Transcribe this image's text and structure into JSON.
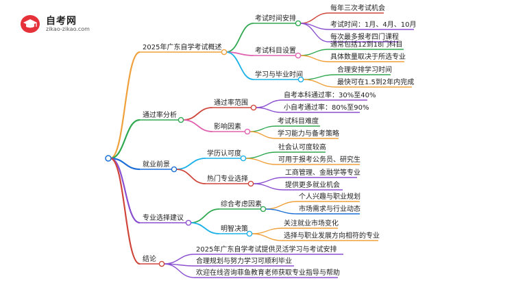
{
  "logo": {
    "title": "自考网",
    "url": "zikao-zikao.com",
    "icon": "graduation-cap-icon",
    "color": "#e5323a"
  },
  "branches": [
    {
      "label": "2025年广东自学考试概述",
      "color": "#f0a03a",
      "children": [
        {
          "label": "考试时间安排",
          "color": "#2fa84f",
          "children": [
            {
              "label": "每年三次考试机会",
              "color": "#d0453a"
            },
            {
              "label": "考试时间：1月、4月、10月",
              "color": "#8a4fd0"
            },
            {
              "label": "每次最多报考四门课程",
              "color": "#8a4fd0"
            }
          ]
        },
        {
          "label": "考试科目设置",
          "color": "#e060b0",
          "children": [
            {
              "label": "通常包括12到18门科目",
              "color": "#2fa84f"
            },
            {
              "label": "具体数量取决于所选专业",
              "color": "#f0a03a"
            }
          ]
        },
        {
          "label": "学习与毕业时间",
          "color": "#1ab0e8",
          "children": [
            {
              "label": "合理安排学习时间",
              "color": "#2fa84f"
            },
            {
              "label": "最快可在1.5到2年内完成",
              "color": "#f0a03a"
            }
          ]
        }
      ]
    },
    {
      "label": "通过率分析",
      "color": "#2fa84f",
      "children": [
        {
          "label": "通过率范围",
          "color": "#d0453a",
          "children": [
            {
              "label": "自考本科通过率：30%至40%",
              "color": "#8a4fd0"
            },
            {
              "label": "小自考通过率：80%至90%",
              "color": "#8a4fd0"
            }
          ]
        },
        {
          "label": "影响因素",
          "color": "#e060b0",
          "children": [
            {
              "label": "考试科目难度",
              "color": "#2fa84f"
            },
            {
              "label": "学习能力与备考策略",
              "color": "#f0a03a"
            }
          ]
        }
      ]
    },
    {
      "label": "就业前景",
      "color": "#1a6ed8",
      "children": [
        {
          "label": "学历认可度",
          "color": "#1ab0e8",
          "children": [
            {
              "label": "社会认可度较高",
              "color": "#2fa84f"
            },
            {
              "label": "可用于报考公务员、研究生",
              "color": "#f0a03a"
            }
          ]
        },
        {
          "label": "热门专业选择",
          "color": "#d0453a",
          "children": [
            {
              "label": "工商管理、金融学等专业",
              "color": "#8a4fd0"
            },
            {
              "label": "提供更多就业机会",
              "color": "#8a4fd0"
            }
          ]
        }
      ]
    },
    {
      "label": "专业选择建议",
      "color": "#8a4fd0",
      "children": [
        {
          "label": "综合考虑因素",
          "color": "#2fa84f",
          "children": [
            {
              "label": "个人兴趣与职业规划",
              "color": "#f0a03a"
            },
            {
              "label": "市场需求与行业动态",
              "color": "#1a6ed8"
            }
          ]
        },
        {
          "label": "明智决策",
          "color": "#1ab0e8",
          "children": [
            {
              "label": "关注就业市场变化",
              "color": "#f0a03a"
            },
            {
              "label": "选择与职业发展方向相符的专业",
              "color": "#f0a03a"
            }
          ]
        }
      ]
    },
    {
      "label": "结论",
      "color": "#d0453a",
      "leaves": [
        {
          "label": "2025年广东自学考试提供灵活学习与考试安排",
          "color": "#8a4fd0"
        },
        {
          "label": "合理规划与努力学习可顺利毕业",
          "color": "#8a4fd0"
        },
        {
          "label": "欢迎在线咨询菲鱼教育老师获取专业指导与帮助",
          "color": "#8a4fd0"
        }
      ]
    }
  ]
}
